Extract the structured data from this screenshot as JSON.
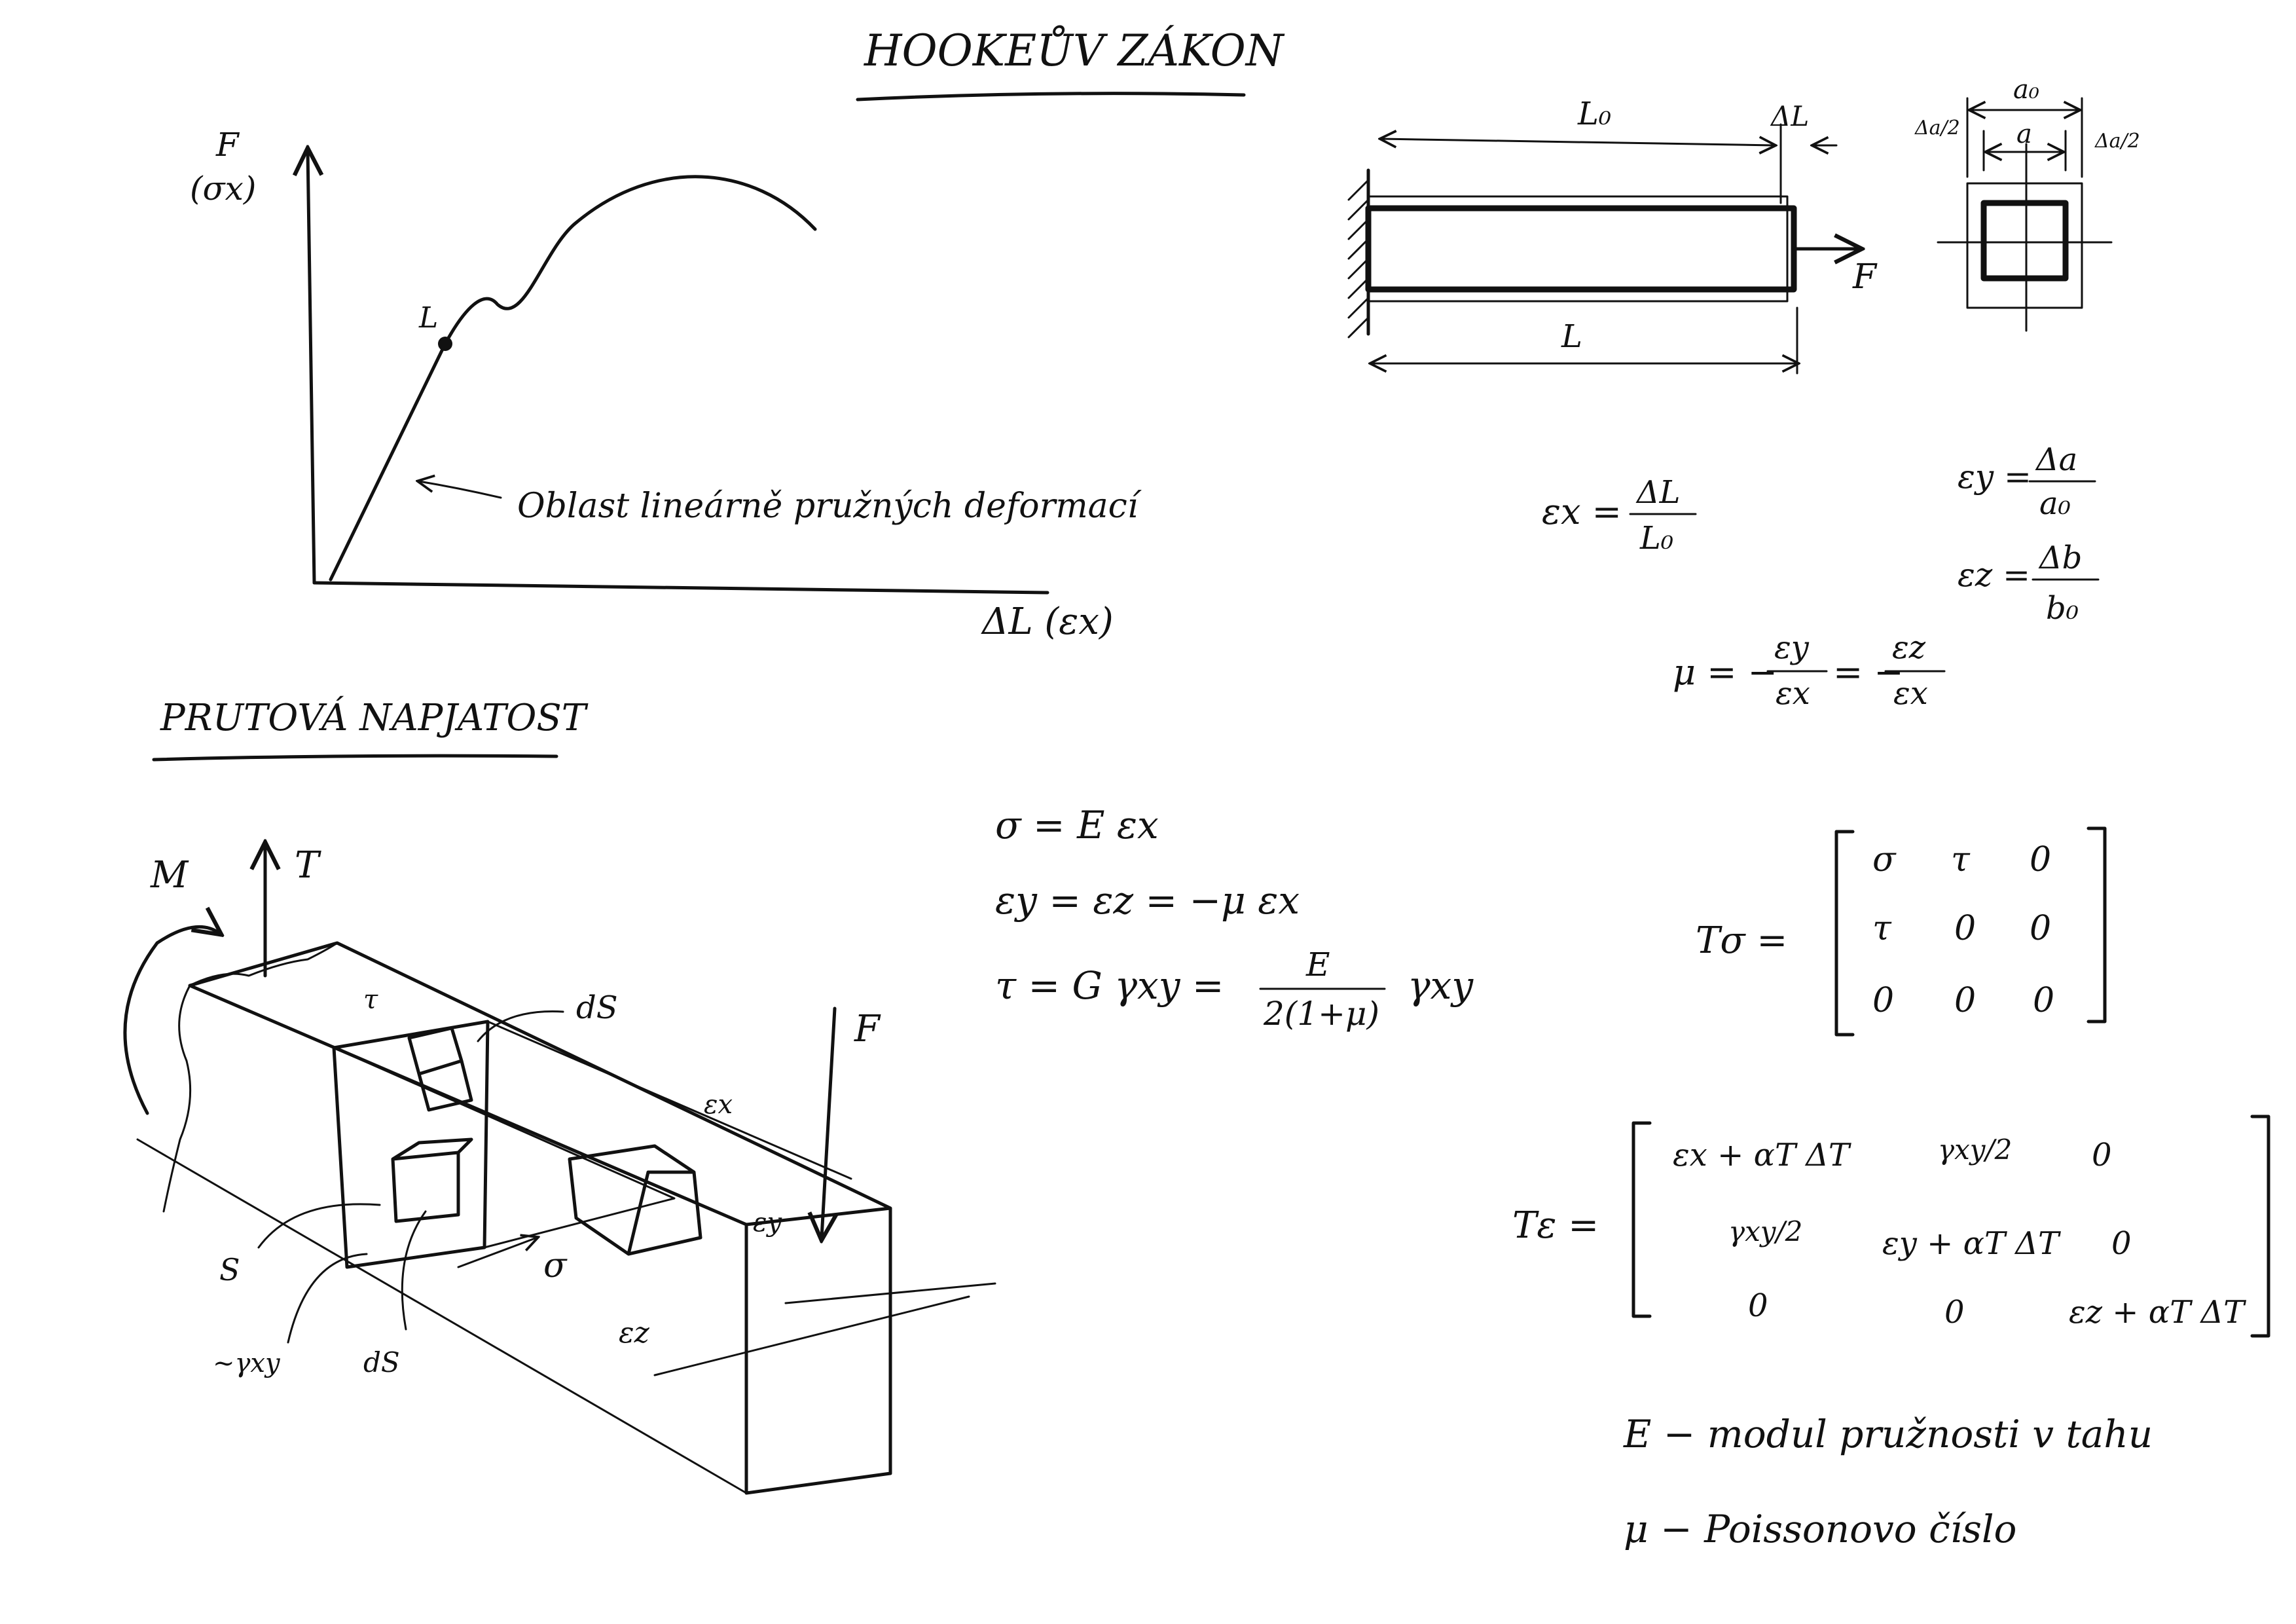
{
  "headings": {
    "hooke": "HOOKEŮV ZÁKON",
    "rod": "PRUTOVÁ NAPJATOST"
  },
  "graph": {
    "y_label": "F",
    "y_sub": "(σx)",
    "x_label": "ΔL (εx)",
    "point_label": "L",
    "note": "Oblast lineárně pružných deformací"
  },
  "bar": {
    "L0": "L₀",
    "dL": "ΔL",
    "L": "L",
    "F": "F",
    "a0": "a₀",
    "a": "a",
    "da_half_l": "Δa/2",
    "da_half_r": "Δa/2"
  },
  "strain": {
    "ex_lhs": "εx =",
    "ex_num": "ΔL",
    "ex_den": "L₀",
    "ey_lhs": "εy =",
    "ey_num": "Δa",
    "ey_den": "a₀",
    "ez_lhs": "εz =",
    "ez_num": "Δb",
    "ez_den": "b₀",
    "mu_lhs": "μ = −",
    "mu_num1": "εy",
    "mu_den1": "εx",
    "mu_mid": "= −",
    "mu_num2": "εz",
    "mu_den2": "εx"
  },
  "equations": {
    "sigma": "σ = E εx",
    "eyz": "εy = εz = −μ εx",
    "tau_lhs": "τ = G γxy =",
    "tau_num": "E",
    "tau_den": "2(1+μ)",
    "tau_rhs": "γxy"
  },
  "tensor_sigma": {
    "label": "Tσ =",
    "rows": [
      [
        "σ",
        "τ",
        "0"
      ],
      [
        "τ",
        "0",
        "0"
      ],
      [
        "0",
        "0",
        "0"
      ]
    ]
  },
  "tensor_eps": {
    "label": "Tε =",
    "r1": [
      "εx + αT ΔT",
      "γxy/2",
      "0"
    ],
    "r2": [
      "γxy/2",
      "εy + αT ΔT",
      "0"
    ],
    "r3": [
      "0",
      "0",
      "εz + αT ΔT"
    ]
  },
  "legend": {
    "E": "E − modul pružnosti v tahu",
    "mu": "μ − Poissonovo číslo"
  },
  "sketch": {
    "M": "M",
    "T": "T",
    "F": "F",
    "tau": "τ",
    "dS_top": "dS",
    "ex": "εx",
    "ey": "εy",
    "ez": "εz",
    "sigma": "σ",
    "S": "S",
    "gxy": "~γxy",
    "dS_bottom": "dS"
  }
}
